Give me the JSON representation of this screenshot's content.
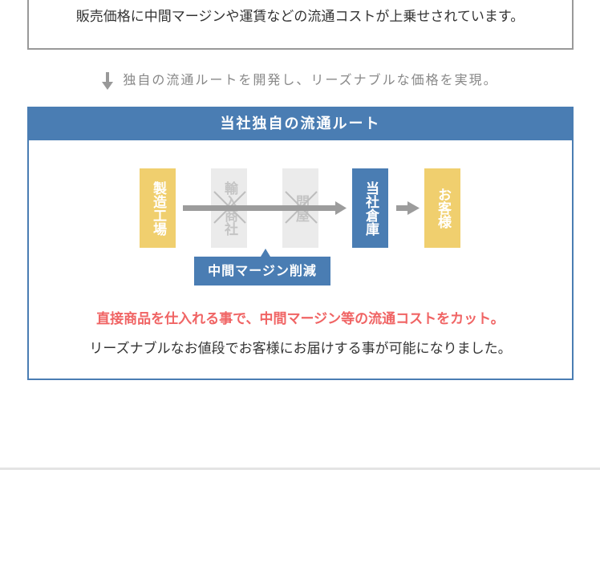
{
  "top_box": {
    "text": "販売価格に中間マージンや運賃などの流通コストが上乗せされています。"
  },
  "transition": {
    "text": "独自の流通ルートを開発し、リーズナブルな価格を実現。"
  },
  "route": {
    "title": "当社独自の流通ルート",
    "steps": [
      {
        "label": "製造工場",
        "status": "active"
      },
      {
        "label": "輸入商社",
        "status": "removed"
      },
      {
        "label": "問屋",
        "status": "removed"
      },
      {
        "label": "当社倉庫",
        "status": "active"
      },
      {
        "label": "お客様",
        "status": "active"
      }
    ],
    "callout": "中間マージン削減",
    "highlight": "直接商品を仕入れる事で、中間マージン等の流通コストをカット。",
    "description": "リーズナブルなお値段でお客様にお届けする事が可能になりました。"
  },
  "colors": {
    "blue": "#4a7db3",
    "yellow": "#f0cf6e",
    "red": "#f06464",
    "grey": "#ebebeb"
  }
}
